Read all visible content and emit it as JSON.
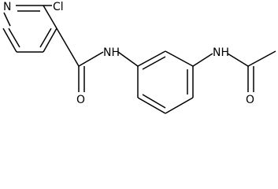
{
  "molecule": {
    "labels": {
      "pyridine_n": "N",
      "chlorine": "Cl",
      "amide_nh": "NH",
      "amide_o": "O",
      "acetamide_nh": "NH",
      "acetyl_o": "O"
    },
    "colors": {
      "bond": "#000000",
      "label": "#000000",
      "background": "#ffffff"
    }
  }
}
